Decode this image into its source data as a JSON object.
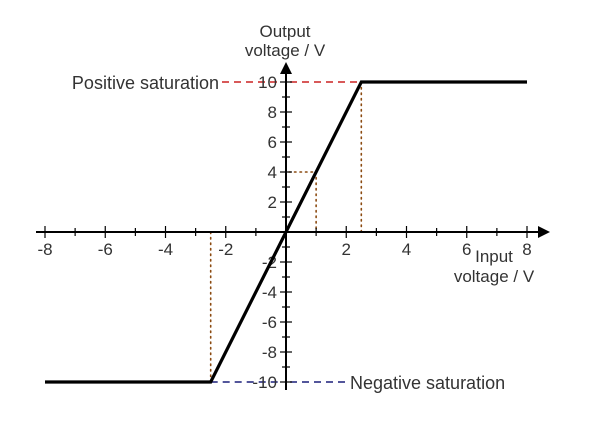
{
  "chart_data": {
    "type": "line",
    "xlabel": [
      "Input",
      "voltage / V"
    ],
    "ylabel": [
      "Output",
      "voltage / V"
    ],
    "xlim": [
      -8,
      8
    ],
    "ylim": [
      -10,
      10
    ],
    "x_ticks": [
      -8,
      -6,
      -4,
      -2,
      2,
      4,
      6,
      8
    ],
    "y_ticks": [
      10,
      8,
      6,
      4,
      2,
      -2,
      -4,
      -6,
      -8,
      -10
    ],
    "x_tick_labels": [
      "-8",
      "-6",
      "-4",
      "-2",
      "2",
      "4",
      "6",
      "8"
    ],
    "y_tick_labels": [
      "10",
      "8",
      "6",
      "4",
      "2",
      "-2",
      "-4",
      "-6",
      "-8",
      "-10"
    ],
    "series": [
      {
        "x": [
          -8,
          -2.5,
          2.5,
          8
        ],
        "y": [
          -10,
          -10,
          10,
          10
        ]
      }
    ],
    "annotations": {
      "positive_saturation": "Positive saturation",
      "negative_saturation": "Negative saturation"
    },
    "guide_points": [
      {
        "x": 2.5,
        "y": 10
      },
      {
        "x": -2.5,
        "y": -10
      },
      {
        "x": 1,
        "y": 4
      }
    ],
    "colors": {
      "line": "#000000",
      "axis": "#000000",
      "positive_dash": "#cc2222",
      "negative_dash": "#1a1f7a",
      "guide_dots": "#8b4a10",
      "text": "#333333"
    }
  }
}
